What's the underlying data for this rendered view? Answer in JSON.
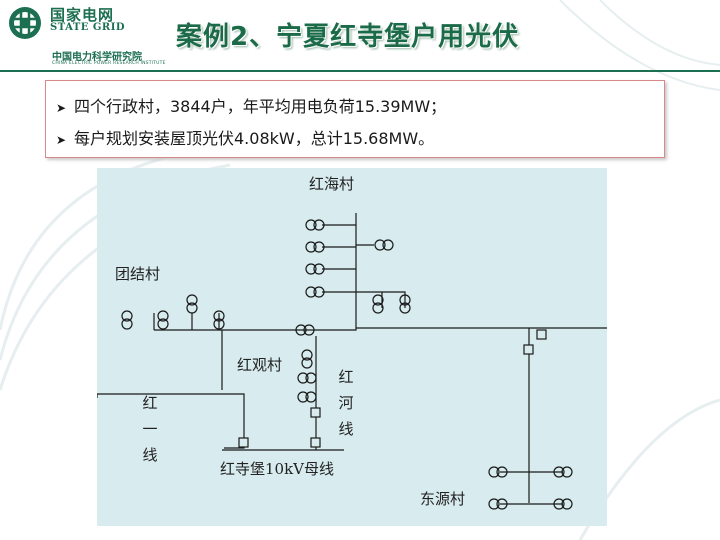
{
  "header": {
    "logo_cn": "国家电网",
    "logo_en": "STATE GRID",
    "institute_cn": "中国电力科学研究院",
    "institute_en": "CHINA ELECTRIC POWER RESEARCH INSTITUTE",
    "title": "案例2、宁夏红寺堡户用光伏",
    "brand_color": "#1d6f52"
  },
  "bullets": [
    "四个行政村，3844户，年平均用电负荷15.39MW；",
    "每户规划安装屋顶光伏4.08kW，总计15.68MW。"
  ],
  "diagram": {
    "background_color": "#d8ebee",
    "labels": {
      "hongHai": "红海村",
      "tuanJie": "团结村",
      "hongGuan": "红观村",
      "dongYuan": "东源村",
      "bus": "红寺堡10kV母线"
    },
    "line_labels": {
      "hongYi": [
        "红",
        "一",
        "线"
      ],
      "hongHe": [
        "红",
        "河",
        "线"
      ]
    }
  }
}
